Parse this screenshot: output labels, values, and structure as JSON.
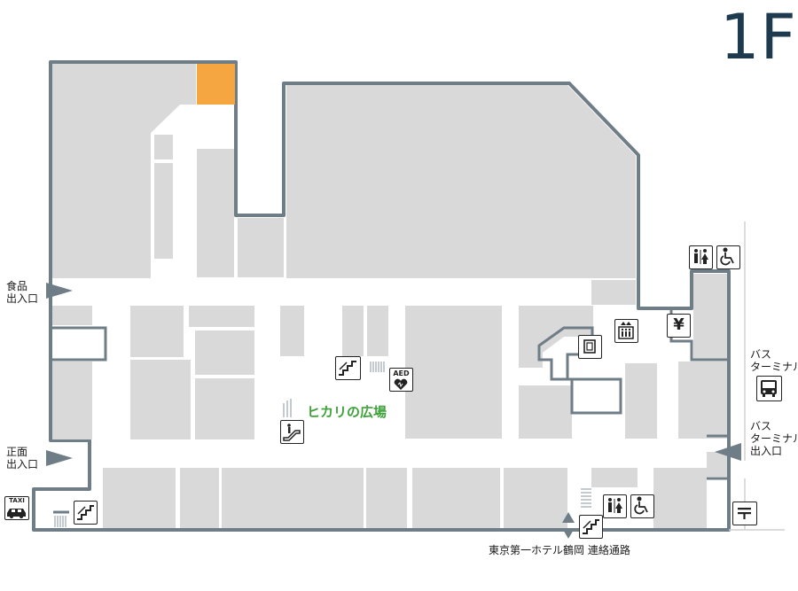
{
  "floor": "1F",
  "entrances": {
    "food": [
      "食品",
      "出入口"
    ],
    "main": [
      "正面",
      "出入口"
    ],
    "bus_terminal_exit": [
      "バス",
      "ターミナル",
      "出入口"
    ]
  },
  "bus_terminal_label": [
    "バス",
    "ターミナル"
  ],
  "plaza_name": "ヒカリの広場",
  "connection_label": "東京第一ホテル鶴岡  連絡通路",
  "icons": {
    "aed": "AED",
    "taxi": "TAXI",
    "yen": "¥"
  },
  "colors": {
    "wall": "#6f7d87",
    "tenant": "#d9d9d9",
    "corridor": "#ffffff",
    "highlight": "#f5a640",
    "plaza_text": "#3ea13a",
    "floor_label": "#1d3a4f",
    "arrow": "#6f7d87"
  }
}
